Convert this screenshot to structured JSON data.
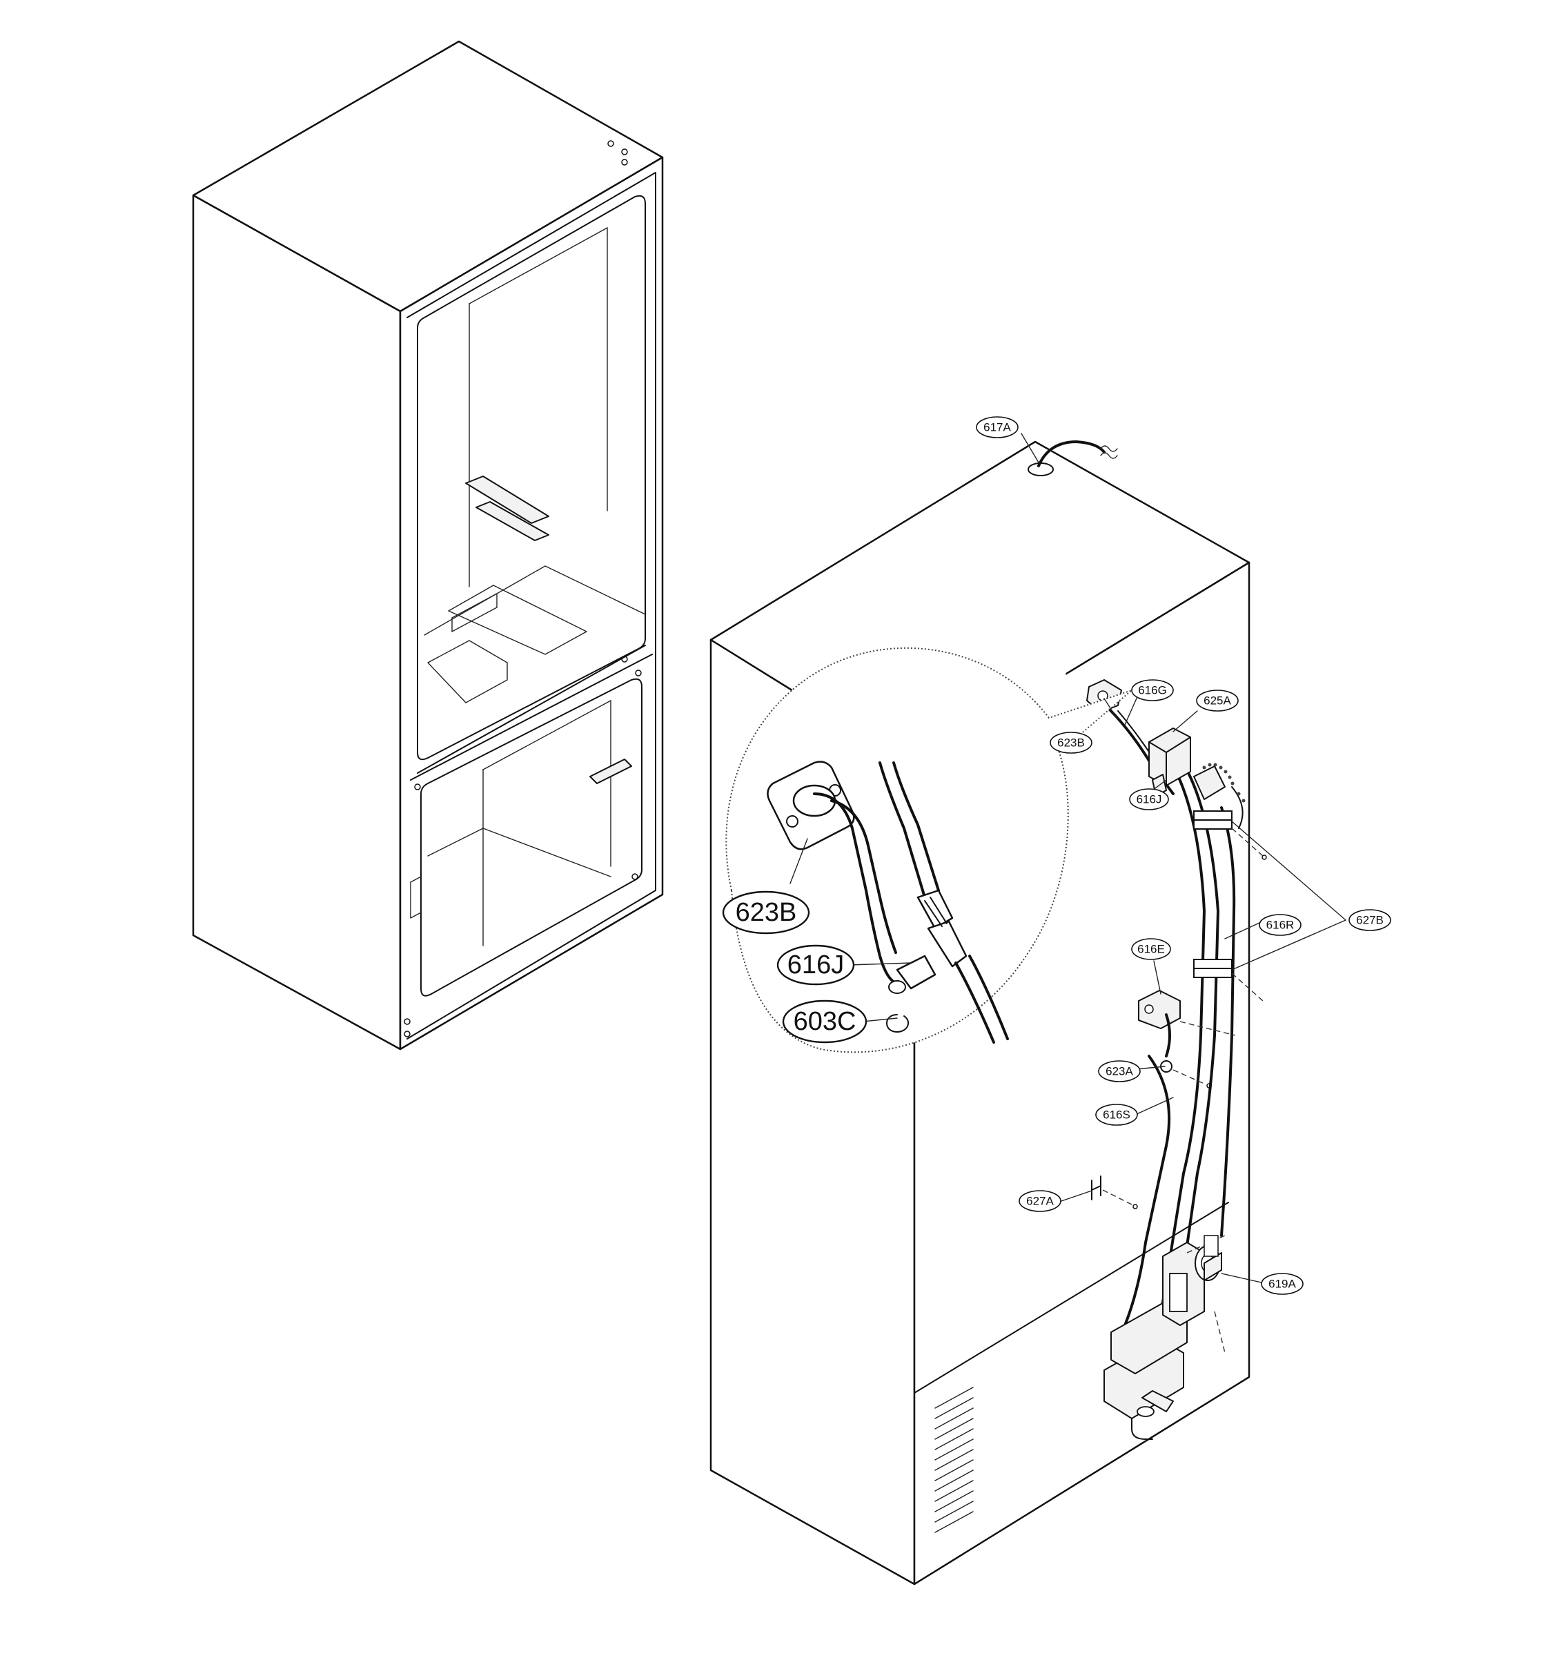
{
  "diagram": {
    "callouts": [
      {
        "id": "617A",
        "label": "617A"
      },
      {
        "id": "616G",
        "label": "616G"
      },
      {
        "id": "625A",
        "label": "625A"
      },
      {
        "id": "623B",
        "label": "623B"
      },
      {
        "id": "616J",
        "label": "616J"
      },
      {
        "id": "627B",
        "label": "627B"
      },
      {
        "id": "616R",
        "label": "616R"
      },
      {
        "id": "616E",
        "label": "616E"
      },
      {
        "id": "623A",
        "label": "623A"
      },
      {
        "id": "616S",
        "label": "616S"
      },
      {
        "id": "627A",
        "label": "627A"
      },
      {
        "id": "619A",
        "label": "619A"
      }
    ],
    "detail_callouts": [
      {
        "id": "623B",
        "label": "623B"
      },
      {
        "id": "616J",
        "label": "616J"
      },
      {
        "id": "603C",
        "label": "603C"
      }
    ]
  }
}
